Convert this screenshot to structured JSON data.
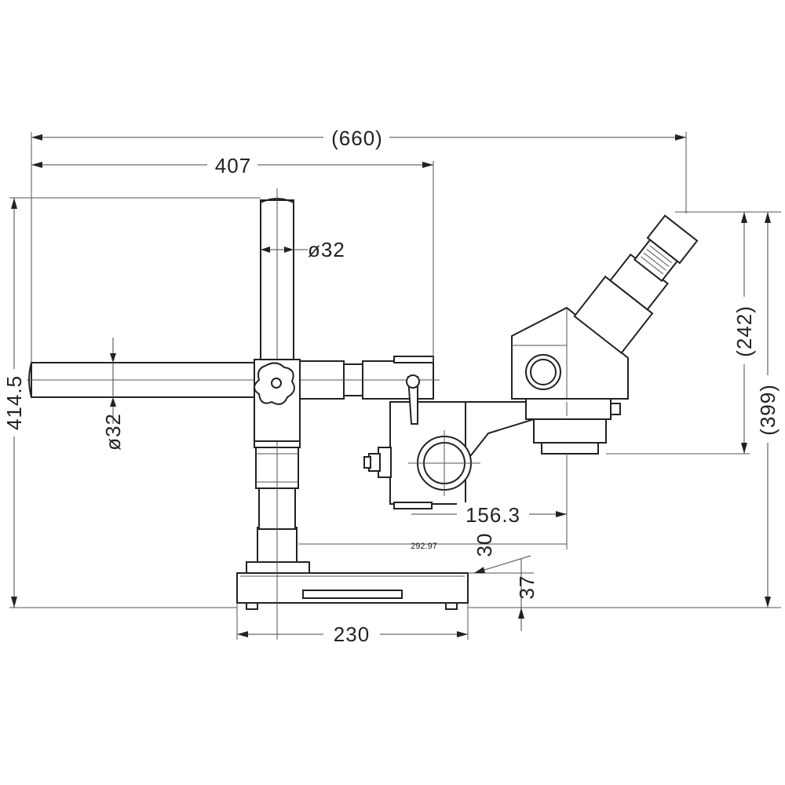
{
  "dimensions": {
    "overall_width": "(660)",
    "arm_reach": "407",
    "pillar_diameter": "ø32",
    "arm_diameter": "ø32",
    "overall_height": "414.5",
    "head_height": "(242)",
    "total_head_height": "(399)",
    "focus_offset": "156.3",
    "focus_reach": "292.97",
    "base_height": "30",
    "base_thickness": "37",
    "base_width": "230"
  }
}
